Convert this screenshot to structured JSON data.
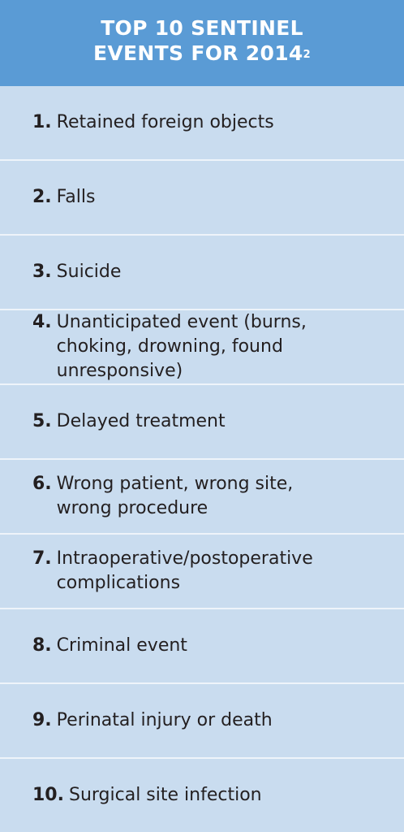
{
  "header": {
    "title_line1": "TOP 10 SENTINEL",
    "title_line2": "EVENTS FOR 2014",
    "footnote": "2"
  },
  "items": [
    {
      "num": "1.",
      "text": "Retained foreign objects"
    },
    {
      "num": "2.",
      "text": "Falls"
    },
    {
      "num": "3.",
      "text": "Suicide"
    },
    {
      "num": "4.",
      "text": "Unanticipated event (burns,\nchoking, drowning, found\nunresponsive)"
    },
    {
      "num": "5.",
      "text": "Delayed treatment"
    },
    {
      "num": "6.",
      "text": "Wrong patient, wrong site,\nwrong procedure"
    },
    {
      "num": "7.",
      "text": "Intraoperative/postoperative\ncomplications"
    },
    {
      "num": "8.",
      "text": "Criminal event"
    },
    {
      "num": "9.",
      "text": "Perinatal injury or death"
    },
    {
      "num": "10.",
      "text": "Surgical site infection"
    }
  ],
  "colors": {
    "header_bg": "#5a9bd5",
    "row_bg": "#c9dcef",
    "divider": "#eef4fa",
    "text": "#231f20"
  }
}
